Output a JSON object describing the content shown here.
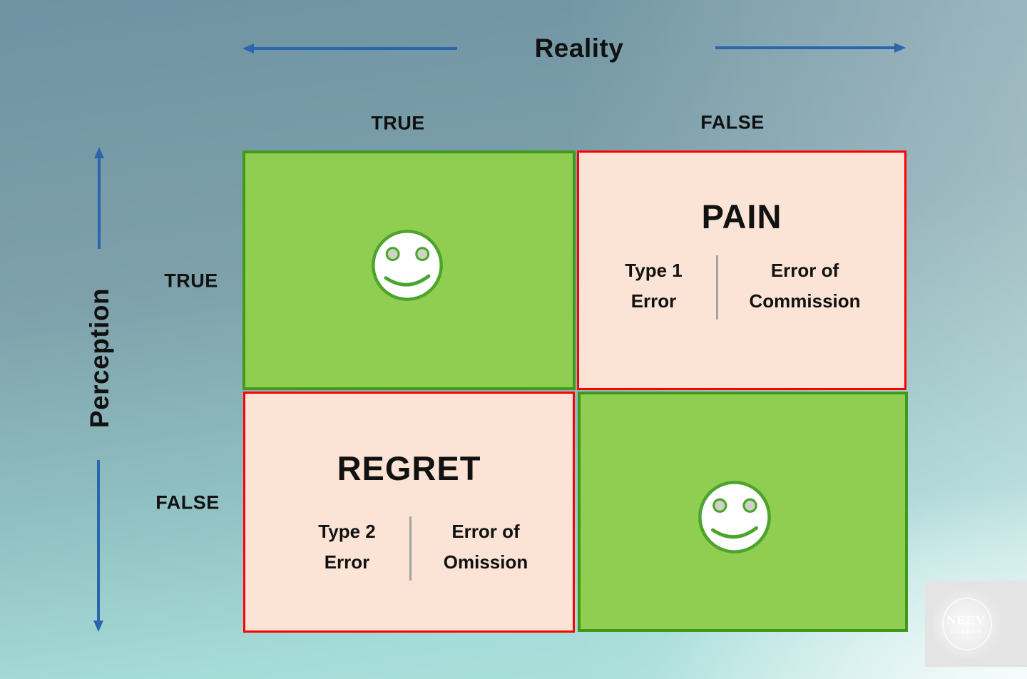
{
  "axes": {
    "reality": {
      "label": "Reality",
      "true_label": "TRUE",
      "false_label": "FALSE"
    },
    "perception": {
      "label": "Perception",
      "true_label": "TRUE",
      "false_label": "FALSE"
    }
  },
  "quadrants": {
    "top_left": {
      "reality": "TRUE",
      "perception": "TRUE",
      "content": "smiley-face"
    },
    "top_right": {
      "reality": "FALSE",
      "perception": "TRUE",
      "title": "PAIN",
      "left_lines": [
        "Type 1",
        "Error"
      ],
      "right_lines": [
        "Error of",
        "Commission"
      ]
    },
    "bottom_left": {
      "reality": "TRUE",
      "perception": "FALSE",
      "title": "REGRET",
      "left_lines": [
        "Type 2",
        "Error"
      ],
      "right_lines": [
        "Error of",
        "Omission"
      ]
    },
    "bottom_right": {
      "reality": "FALSE",
      "perception": "FALSE",
      "content": "smiley-face"
    }
  },
  "watermark": {
    "name": "NEEV",
    "subtext": "GARDEN"
  },
  "colors": {
    "green_fill": "#90CE51",
    "green_border": "#3F9A1B",
    "pink_fill": "#FBE4D6",
    "red_border": "#FF0000",
    "arrow_blue": "#2A66AC",
    "divider_gray": "#A3A3A3",
    "smiley_green": "#4CA42C",
    "text_black": "#111111",
    "watermark_bg": "#E4E4E5"
  }
}
